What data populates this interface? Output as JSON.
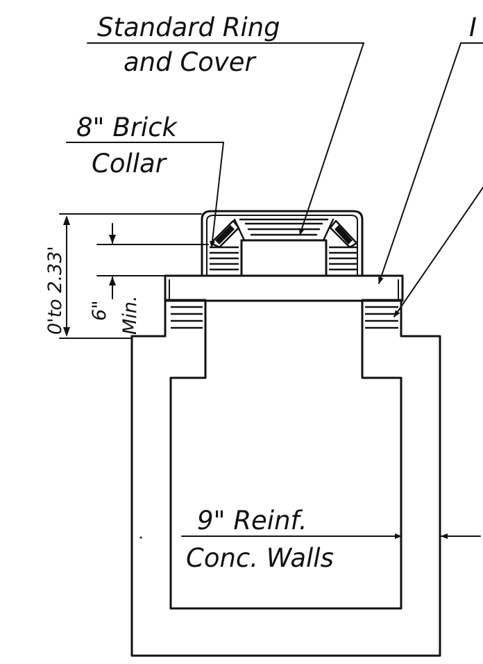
{
  "labels": {
    "ring_cover_line1": "Standard Ring",
    "ring_cover_line2": "and Cover",
    "brick_collar_line1": "8\" Brick",
    "brick_collar_line2": "Collar",
    "partial_top_right": "I",
    "walls_line1": "9\" Reinf.",
    "walls_line2": "Conc. Walls"
  },
  "dimensions": {
    "overall_height": "0'to 2.33'",
    "min_height_value": "6\"",
    "min_height_note": "Min."
  }
}
